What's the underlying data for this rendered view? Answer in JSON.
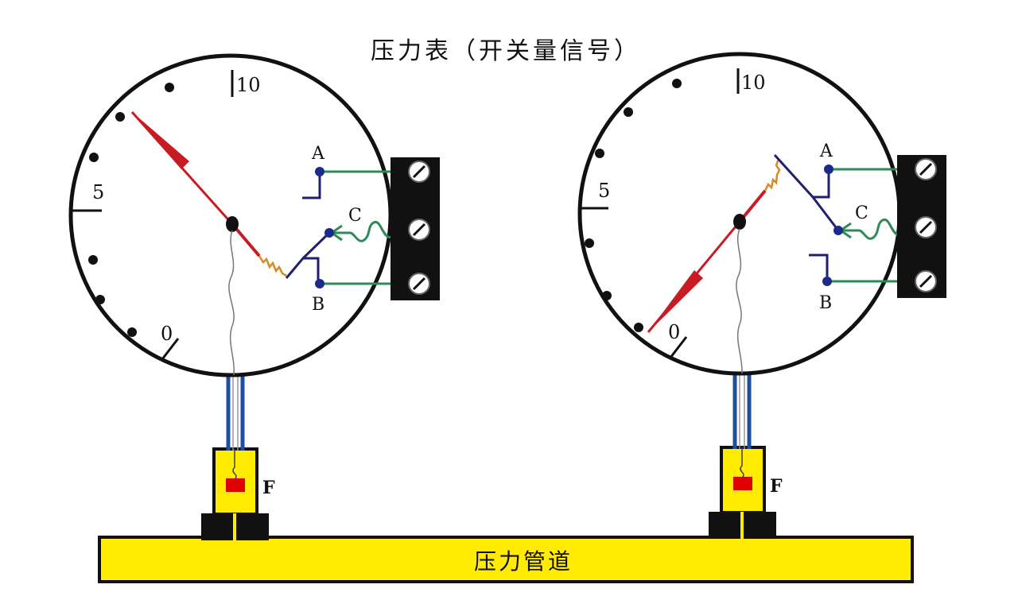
{
  "title": "压力表（开关量信号）",
  "pipe_label": "压力管道",
  "scale_labels": {
    "max": "10",
    "mid": "5",
    "min": "0"
  },
  "contact_labels": {
    "a": "A",
    "b": "B",
    "c": "C"
  },
  "sensor_label": "F",
  "colors": {
    "pointer": "#c81c24",
    "contact_arm": "#22206e",
    "contact_dot": "#1c2a8a",
    "signal_wire": "#2e8b57",
    "capillary": "#1d4ea0",
    "pipe": "#ffec00",
    "sensor_element": "#e00000",
    "spring": "#d98a1f",
    "terminal_block": "#111111"
  },
  "gauges": [
    {
      "id": "left",
      "state": "low-pressure",
      "closed_contact": "B"
    },
    {
      "id": "right",
      "state": "high-pressure",
      "closed_contact": "A"
    }
  ]
}
